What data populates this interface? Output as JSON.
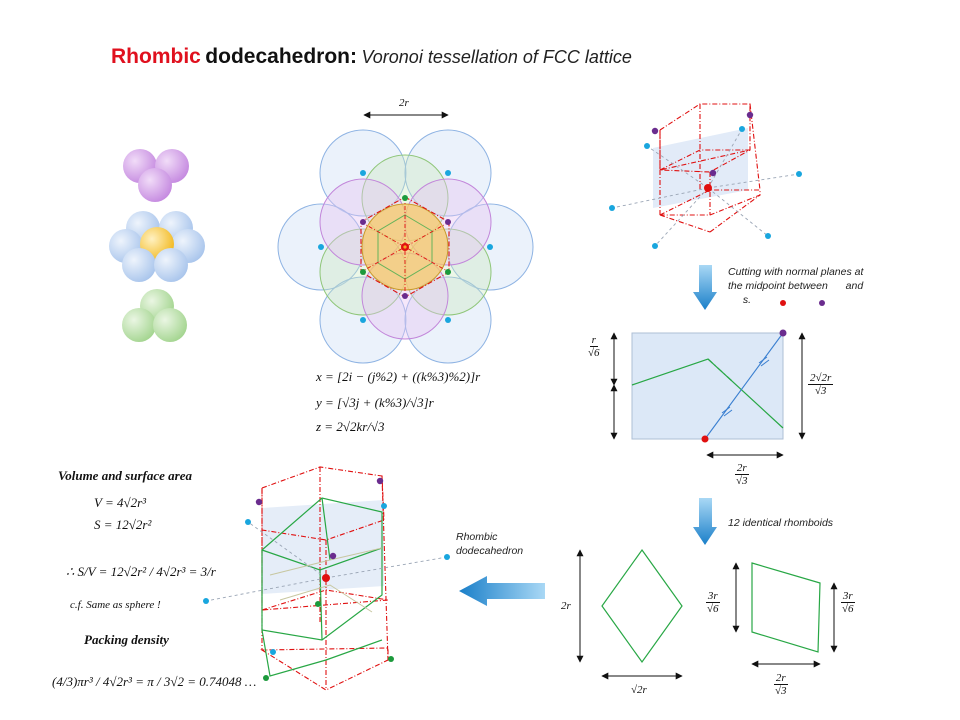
{
  "title": {
    "word1": "Rhombic",
    "word2": "dodecahedron:",
    "subtitle": "Voronoi tessellation of FCC lattice"
  },
  "colors": {
    "title_red": "#e0101e",
    "sphere_blue": "#bcd3f1",
    "sphere_purple": "#d39be8",
    "sphere_green": "#b9e1a9",
    "sphere_yellow": "#f5c33b",
    "red_point": "#e01010",
    "purple_point": "#6a2c8e",
    "cyan_point": "#19a6de",
    "green_point": "#1c9a3c",
    "arrow_blue": "#2a8fd6",
    "edge_red": "#e01010",
    "edge_green": "#28a745",
    "plane_blue": "#dbe7f6"
  },
  "labels": {
    "top_width": "2r",
    "cutting_note": "Cutting with normal planes at the midpoint between",
    "cutting_and": "and",
    "cutting_end": "s.",
    "rhomboids_note": "12 identical rhomboids",
    "rhombic_label_line1": "Rhombic",
    "rhombic_label_line2": "dodecahedron",
    "rect_left_num": "r",
    "rect_left_den": "√6",
    "rect_right_num": "2√2r",
    "rect_right_den": "√3",
    "rect_bottom_num": "2r",
    "rect_bottom_den": "√3",
    "rhombus_height": "2r",
    "rhombus_width": "√2r",
    "para_left_num": "3r",
    "para_left_den": "√6",
    "para_right_num": "3r",
    "para_right_den": "√6",
    "para_bottom_num": "2r",
    "para_bottom_den": "√3"
  },
  "equations": {
    "x": "x = [2i − (j%2) + ((k%3)%2)]r",
    "y": "y = [√3j + (k%3)/√3]r",
    "z": "z = 2√2kr/√3"
  },
  "volume": {
    "heading": "Volume and surface area",
    "v": "V = 4√2r³",
    "s": "S = 12√2r²",
    "ratio": "∴  S/V = 12√2r² / 4√2r³ = 3/r",
    "cf": "c.f.  Same as sphere !"
  },
  "packing": {
    "heading": "Packing density",
    "formula": "(4/3)πr³ / 4√2r³ = π / 3√2 = 0.74048 …"
  }
}
